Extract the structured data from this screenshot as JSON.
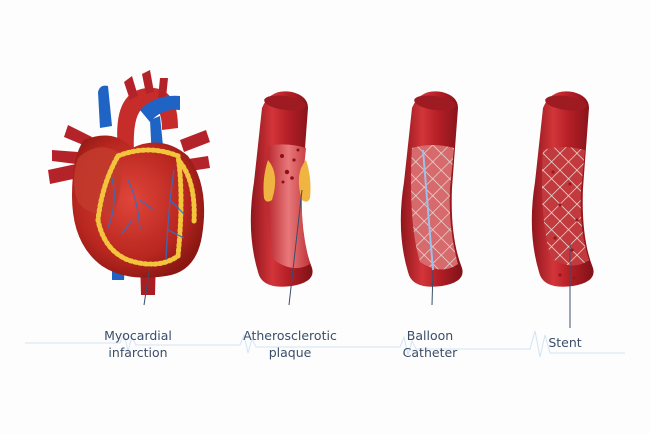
{
  "diagram": {
    "title": "",
    "colors": {
      "background": "#fdfdfd",
      "vessel_dark": "#9e1b22",
      "vessel_mid": "#c8262d",
      "vessel_light": "#e25a5e",
      "vein_blue": "#1f63c4",
      "plaque_yellow": "#f0b440",
      "fat_yellow": "#f2c53d",
      "mesh_silver": "#d9d2cc",
      "pointer_line": "#3a4e6a",
      "label_text": "#3a4e6a",
      "ecg_line": "#cfe1f2"
    },
    "stages": [
      {
        "id": "heart",
        "label_lines": [
          "Myocardial",
          "infarction"
        ]
      },
      {
        "id": "plaque",
        "label_lines": [
          "Atherosclerotic",
          "plaque"
        ]
      },
      {
        "id": "balloon",
        "label_lines": [
          "Balloon",
          "Catheter"
        ]
      },
      {
        "id": "stent",
        "label_lines": [
          "Stent"
        ]
      }
    ]
  }
}
